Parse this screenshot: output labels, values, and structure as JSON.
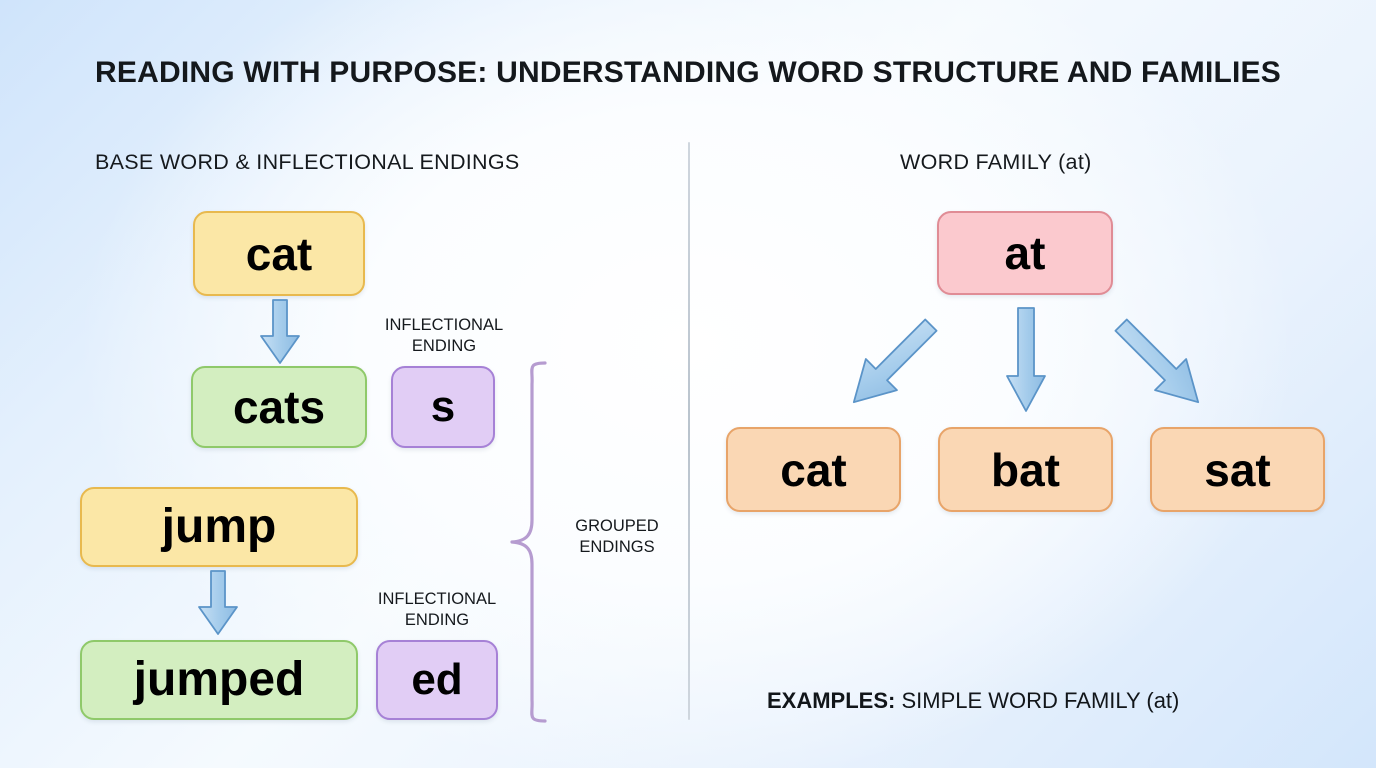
{
  "page": {
    "title": "READING WITH PURPOSE: UNDERSTANDING WORD STRUCTURE AND FAMILIES",
    "bg_start": "#cfe4fb",
    "bg_end": "#d3e6fb"
  },
  "left_panel": {
    "heading": "BASE WORD & INFLECTIONAL ENDINGS",
    "base_word_1": "cat",
    "derived_word_1": "cats",
    "ending_label_1": "INFLECTIONAL\nENDING",
    "ending_1": "s",
    "base_word_2": "jump",
    "derived_word_2": "jumped",
    "ending_label_2": "INFLECTIONAL\nENDING",
    "ending_2": "ed",
    "brace_label": "GROUPED\nENDINGS"
  },
  "right_panel": {
    "heading": "WORD FAMILY (at)",
    "root": "at",
    "members": [
      "cat",
      "bat",
      "sat"
    ],
    "caption_lead": "EXAMPLES:",
    "caption_rest": " SIMPLE WORD FAMILY (at)"
  },
  "colors": {
    "base_fill": "#fbe7a6",
    "base_border": "#e8b94e",
    "derived_fill": "#d3eec0",
    "derived_border": "#8fc96a",
    "ending_fill": "#e1cdf5",
    "ending_border": "#a681d6",
    "root_fill": "#fbc9ce",
    "root_border": "#e08c95",
    "member_fill": "#fad7b4",
    "member_border": "#e8a469",
    "arrow_fill": "#a9cfee",
    "arrow_border": "#5b94c8",
    "brace_stroke": "#b69cd0",
    "divider": "#c3ccd6"
  }
}
